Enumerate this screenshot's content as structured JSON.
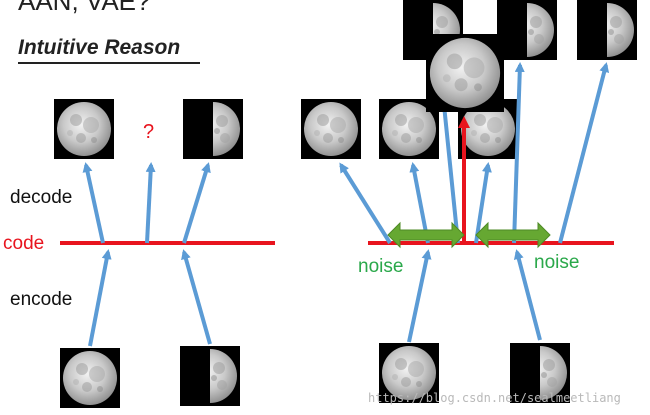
{
  "header": {
    "top_text": "AAN, VAE?",
    "title": "Intuitive Reason"
  },
  "left_diagram": {
    "decode_label": "decode",
    "code_label": "code",
    "encode_label": "encode",
    "question_mark": "?"
  },
  "right_diagram": {
    "noise_label_left": "noise",
    "noise_label_right": "noise"
  },
  "watermark": "https://blog.csdn.net/sealmeetliang",
  "colors": {
    "arrow": "#5b9bd5",
    "code_line": "#e8141e",
    "noise_arrow": "#66a832",
    "noise_text": "#2aa84a",
    "moon_bg": "#000000"
  },
  "icons": [
    "full-moon-icon",
    "half-moon-icon"
  ]
}
